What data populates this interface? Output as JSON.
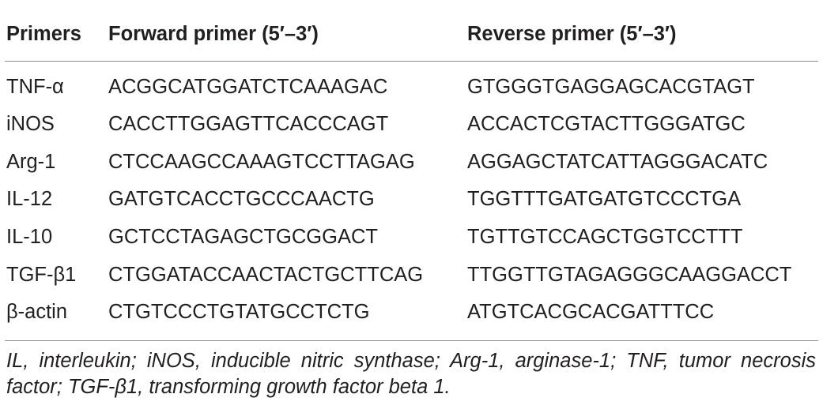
{
  "table": {
    "headers": [
      "Primers",
      "Forward primer (5′–3′)",
      "Reverse primer (5′–3′)"
    ],
    "rows": [
      [
        "TNF-α",
        "ACGGCATGGATCTCAAAGAC",
        "GTGGGTGAGGAGCACGTAGT"
      ],
      [
        "iNOS",
        "CACCTTGGAGTTCACCCAGT",
        "ACCACTCGTACTTGGGATGC"
      ],
      [
        "Arg-1",
        "CTCCAAGCCAAAGTCCTTAGAG",
        "AGGAGCTATCATTAGGGACATC"
      ],
      [
        "IL-12",
        "GATGTCACCTGCCCAACTG",
        "TGGTTTGATGATGTCCCTGA"
      ],
      [
        "IL-10",
        "GCTCCTAGAGCTGCGGACT",
        "TGTTGTCCAGCTGGTCCTTT"
      ],
      [
        "TGF-β1",
        "CTGGATACCAACTACTGCTTCAG",
        "TTGGTTGTAGAGGGCAAGGACCT"
      ],
      [
        "β-actin",
        "CTGTCCCTGTATGCCTCTG",
        "ATGTCACGCACGATTTCC"
      ]
    ]
  },
  "footnote": "IL, interleukin; iNOS, inducible nitric synthase; Arg-1, arginase-1; TNF, tumor necrosis factor; TGF-β1, transforming growth factor beta 1."
}
